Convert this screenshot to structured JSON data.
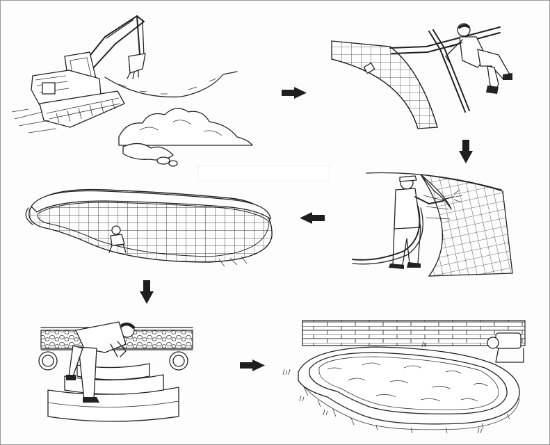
{
  "colors": {
    "ink": "#222222",
    "paper": "#fdfdfd",
    "border": "#9a9a9a",
    "redaction": "#ffffff"
  },
  "steps": [
    {
      "id": "excavation",
      "icon": "excavator-icon"
    },
    {
      "id": "plumbing",
      "icon": "pipe-worker-icon"
    },
    {
      "id": "shotcrete",
      "icon": "spray-gun-worker-icon"
    },
    {
      "id": "rebar-shell",
      "icon": "pool-shell-icon"
    },
    {
      "id": "finishing-steps",
      "icon": "tile-worker-icon"
    },
    {
      "id": "finished-pool",
      "icon": "finished-pool-icon"
    }
  ],
  "arrows": [
    "right",
    "down",
    "left",
    "down",
    "right"
  ]
}
